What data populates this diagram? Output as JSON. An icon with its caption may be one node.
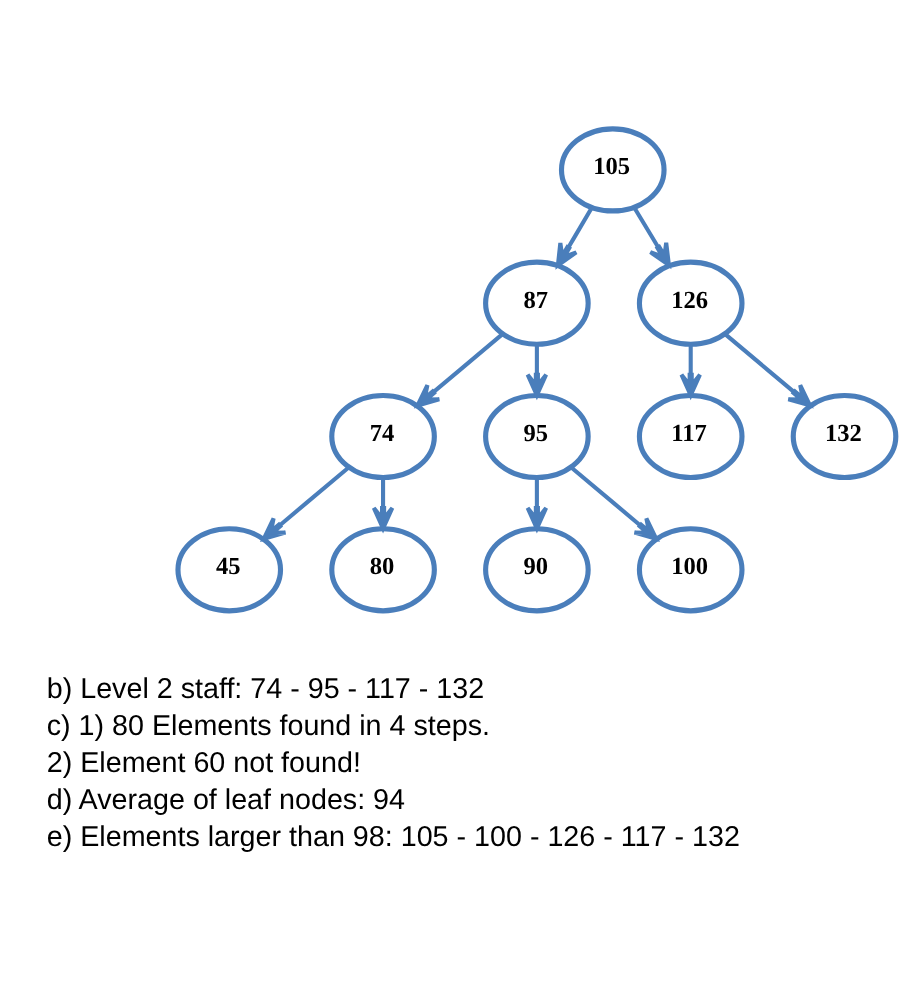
{
  "diagram": {
    "nodes": [
      {
        "text": [
          "105"
        ]
      },
      {
        "text": [
          "87"
        ]
      },
      {
        "text": [
          "126"
        ]
      },
      {
        "text": [
          "74"
        ]
      },
      {
        "text": [
          "95"
        ]
      },
      {
        "text": [
          "117"
        ]
      },
      {
        "text": [
          "132"
        ]
      },
      {
        "text": [
          "45"
        ]
      },
      {
        "text": [
          "80"
        ]
      },
      {
        "text": [
          "90"
        ]
      },
      {
        "text": [
          "100"
        ]
      }
    ],
    "edges": [
      {
        "from": 0,
        "to": 1,
        "arrow": "to"
      },
      {
        "from": 0,
        "to": 2,
        "arrow": "to"
      },
      {
        "from": 1,
        "to": 3,
        "arrow": "to"
      },
      {
        "from": 1,
        "to": 4,
        "arrow": "to"
      },
      {
        "from": 2,
        "to": 5,
        "arrow": "to"
      },
      {
        "from": 2,
        "to": 6,
        "arrow": "to"
      },
      {
        "from": 3,
        "to": 7,
        "arrow": "to"
      },
      {
        "from": 3,
        "to": 8,
        "arrow": "to"
      },
      {
        "from": 4,
        "to": 9,
        "arrow": "to"
      },
      {
        "from": 4,
        "to": 10,
        "arrow": "to"
      }
    ],
    "labels": [
      "b) Level 2 staff: 74 - 95 - 117 - 132",
      "c) 1) 80 Elements found in 4 steps.",
      "2) Element 60 not found!",
      "d) Average of leaf nodes: 94",
      "e) Elements larger than 98: 105 - 100 - 126 - 117 - 132"
    ]
  }
}
